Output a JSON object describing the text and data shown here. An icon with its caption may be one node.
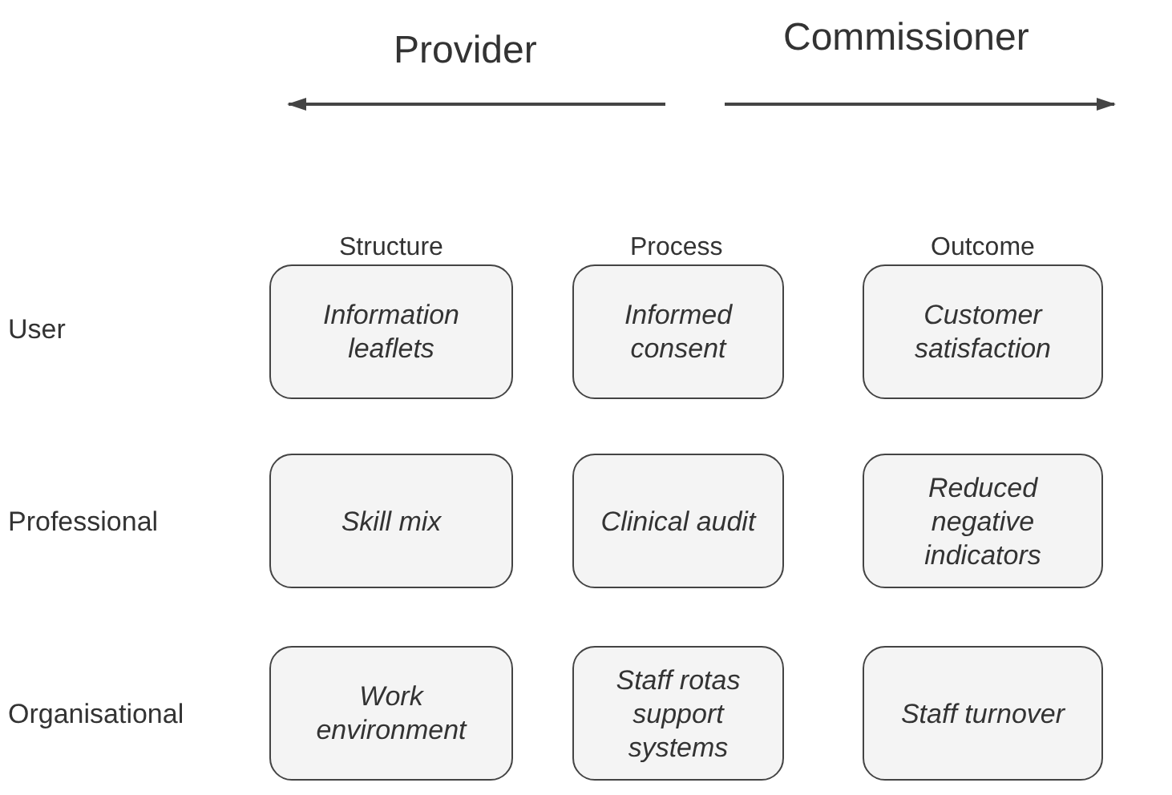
{
  "diagram": {
    "nodes": [
      {
        "text": [
          "Information leaflets"
        ]
      },
      {
        "text": [
          "Informed consent"
        ]
      },
      {
        "text": [
          "Customer satisfaction"
        ]
      },
      {
        "text": [
          "Skill mix"
        ]
      },
      {
        "text": [
          "Clinical audit"
        ]
      },
      {
        "text": [
          "Reduced negative indicators"
        ]
      },
      {
        "text": [
          "Work environment"
        ]
      },
      {
        "text": [
          "Staff rotas support systems"
        ]
      },
      {
        "text": [
          "Staff turnover"
        ]
      }
    ],
    "labels": [
      "Provider",
      "Commissioner",
      "Structure",
      "Process",
      "Outcome",
      "User",
      "Professional",
      "Organisational"
    ]
  }
}
